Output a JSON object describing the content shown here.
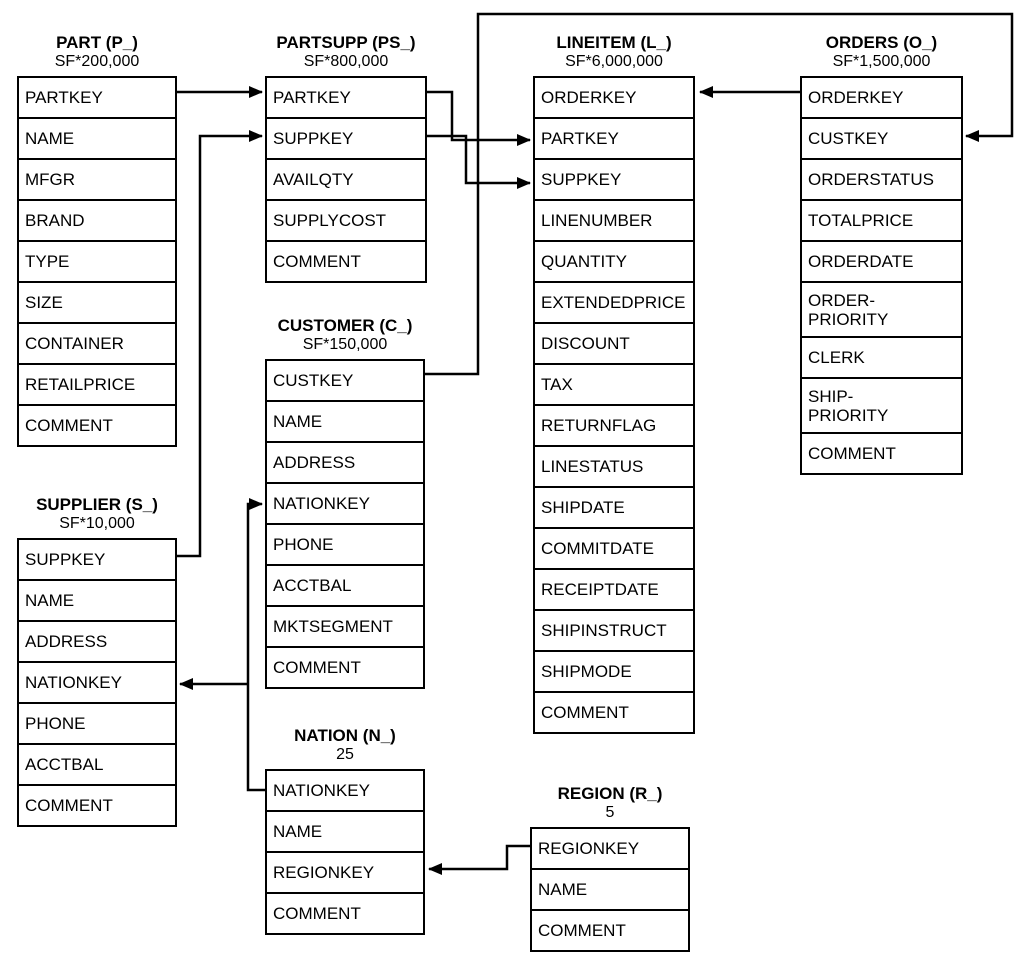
{
  "colors": {
    "line": "#000000",
    "background": "#ffffff",
    "text": "#000000"
  },
  "tables": [
    {
      "id": "part",
      "title": "PART (P_)",
      "subtitle": "SF*200,000",
      "columns": [
        "PARTKEY",
        "NAME",
        "MFGR",
        "BRAND",
        "TYPE",
        "SIZE",
        "CONTAINER",
        "RETAILPRICE",
        "COMMENT"
      ]
    },
    {
      "id": "partsupp",
      "title": "PARTSUPP (PS_)",
      "subtitle": "SF*800,000",
      "columns": [
        "PARTKEY",
        "SUPPKEY",
        "AVAILQTY",
        "SUPPLYCOST",
        "COMMENT"
      ]
    },
    {
      "id": "lineitem",
      "title": "LINEITEM (L_)",
      "subtitle": "SF*6,000,000",
      "columns": [
        "ORDERKEY",
        "PARTKEY",
        "SUPPKEY",
        "LINENUMBER",
        "QUANTITY",
        "EXTENDEDPRICE",
        "DISCOUNT",
        "TAX",
        "RETURNFLAG",
        "LINESTATUS",
        "SHIPDATE",
        "COMMITDATE",
        "RECEIPTDATE",
        "SHIPINSTRUCT",
        "SHIPMODE",
        "COMMENT"
      ]
    },
    {
      "id": "orders",
      "title": "ORDERS (O_)",
      "subtitle": "SF*1,500,000",
      "columns": [
        "ORDERKEY",
        "CUSTKEY",
        "ORDERSTATUS",
        "TOTALPRICE",
        "ORDERDATE",
        "ORDER-\nPRIORITY",
        "CLERK",
        "SHIP-\nPRIORITY",
        "COMMENT"
      ]
    },
    {
      "id": "supplier",
      "title": "SUPPLIER (S_)",
      "subtitle": "SF*10,000",
      "columns": [
        "SUPPKEY",
        "NAME",
        "ADDRESS",
        "NATIONKEY",
        "PHONE",
        "ACCTBAL",
        "COMMENT"
      ]
    },
    {
      "id": "customer",
      "title": "CUSTOMER (C_)",
      "subtitle": "SF*150,000",
      "columns": [
        "CUSTKEY",
        "NAME",
        "ADDRESS",
        "NATIONKEY",
        "PHONE",
        "ACCTBAL",
        "MKTSEGMENT",
        "COMMENT"
      ]
    },
    {
      "id": "nation",
      "title": "NATION (N_)",
      "subtitle": "25",
      "columns": [
        "NATIONKEY",
        "NAME",
        "REGIONKEY",
        "COMMENT"
      ]
    },
    {
      "id": "region",
      "title": "REGION (R_)",
      "subtitle": "5",
      "columns": [
        "REGIONKEY",
        "NAME",
        "COMMENT"
      ]
    }
  ],
  "relationships": [
    {
      "from": "PART.PARTKEY",
      "to": "PARTSUPP.PARTKEY"
    },
    {
      "from": "SUPPLIER.SUPPKEY",
      "to": "PARTSUPP.SUPPKEY"
    },
    {
      "from": "PARTSUPP.PARTKEY",
      "to": "LINEITEM.PARTKEY"
    },
    {
      "from": "PARTSUPP.SUPPKEY",
      "to": "LINEITEM.SUPPKEY"
    },
    {
      "from": "ORDERS.ORDERKEY",
      "to": "LINEITEM.ORDERKEY"
    },
    {
      "from": "CUSTOMER.CUSTKEY",
      "to": "ORDERS.CUSTKEY"
    },
    {
      "from": "NATION.NATIONKEY",
      "to": "CUSTOMER.NATIONKEY"
    },
    {
      "from": "NATION.NATIONKEY",
      "to": "SUPPLIER.NATIONKEY"
    },
    {
      "from": "REGION.REGIONKEY",
      "to": "NATION.REGIONKEY"
    }
  ]
}
